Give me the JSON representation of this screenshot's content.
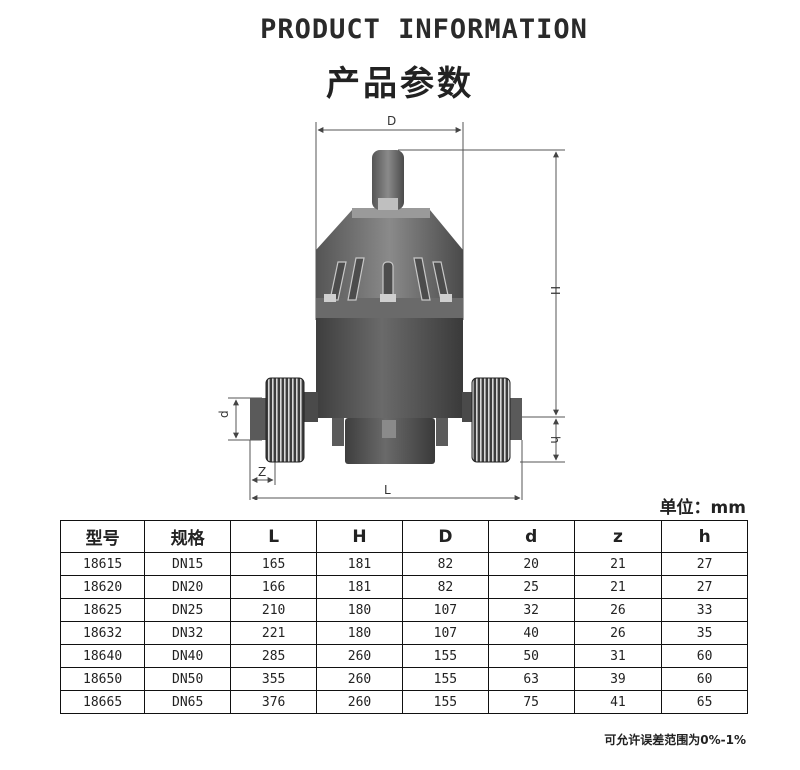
{
  "header": {
    "title_en": "PRODUCT INFORMATION",
    "title_cn": "产品参数"
  },
  "drawing": {
    "labels": {
      "D": "D",
      "H": "H",
      "d": "d",
      "Z": "Z",
      "L": "L",
      "h": "h"
    }
  },
  "unit": "单位：mm",
  "table": {
    "headers": [
      "型号",
      "规格",
      "L",
      "H",
      "D",
      "d",
      "z",
      "h"
    ],
    "rows": [
      [
        "18615",
        "DN15",
        "165",
        "181",
        "82",
        "20",
        "21",
        "27"
      ],
      [
        "18620",
        "DN20",
        "166",
        "181",
        "82",
        "25",
        "21",
        "27"
      ],
      [
        "18625",
        "DN25",
        "210",
        "180",
        "107",
        "32",
        "26",
        "33"
      ],
      [
        "18632",
        "DN32",
        "221",
        "180",
        "107",
        "40",
        "26",
        "35"
      ],
      [
        "18640",
        "DN40",
        "285",
        "260",
        "155",
        "50",
        "31",
        "60"
      ],
      [
        "18650",
        "DN50",
        "355",
        "260",
        "155",
        "63",
        "39",
        "60"
      ],
      [
        "18665",
        "DN65",
        "376",
        "260",
        "155",
        "75",
        "41",
        "65"
      ]
    ]
  },
  "note": "可允许误差范围为0%-1%",
  "colors": {
    "valve_body": "#4d4d4d",
    "dim_line": "#555555",
    "text": "#222222"
  }
}
